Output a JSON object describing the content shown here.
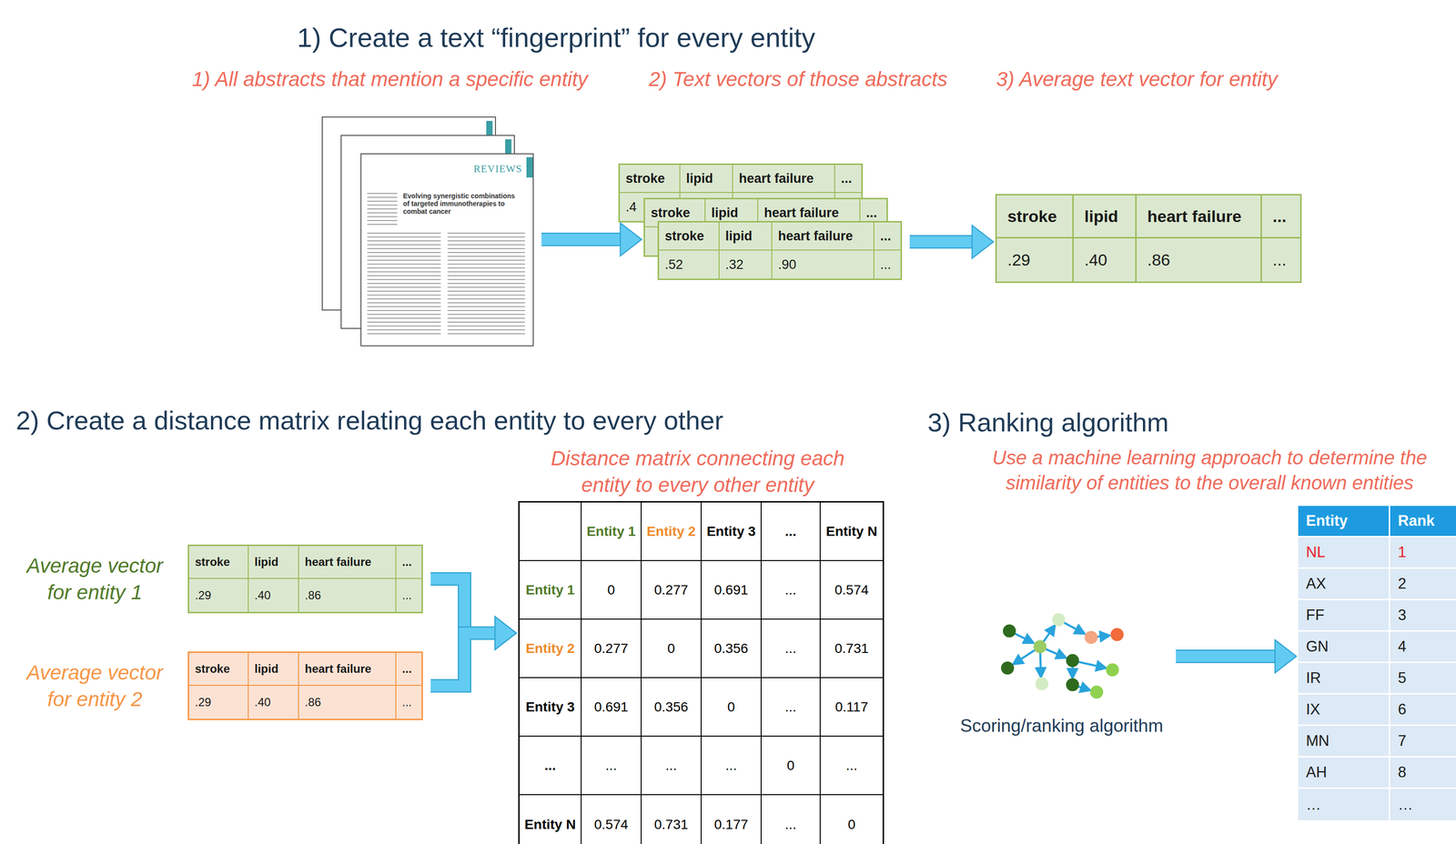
{
  "diagram": {
    "nodes": [
      {
        "text": [
          "REVIEWS",
          "Evolving synergistic combinations of targeted immunotherapies to combat cancer"
        ]
      },
      {
        "text": [
          "stroke",
          "lipid",
          "heart failure",
          "...",
          ".4"
        ]
      },
      {
        "text": [
          "stroke",
          "lipid",
          "heart failure",
          "..."
        ]
      },
      {
        "text": [
          "stroke",
          "lipid",
          "heart failure",
          "...",
          ".52",
          ".32",
          ".90",
          "..."
        ]
      },
      {
        "text": [
          "stroke",
          "lipid",
          "heart failure",
          "...",
          ".29",
          ".40",
          ".86",
          "..."
        ]
      },
      {
        "text": [
          "Average vector for entity 1",
          "stroke",
          "lipid",
          "heart failure",
          "...",
          ".29",
          ".40",
          ".86",
          "..."
        ]
      },
      {
        "text": [
          "Average vector for entity 2",
          "stroke",
          "lipid",
          "heart failure",
          "...",
          ".29",
          ".40",
          ".86",
          "..."
        ]
      },
      {
        "text": [
          "Distance matrix connecting each entity to every other entity",
          "Entity 1",
          "Entity 2",
          "Entity 3",
          "...",
          "Entity N",
          "Entity 1",
          "0",
          "0.277",
          "0.691",
          "...",
          "0.574",
          "Entity 2",
          "0.277",
          "0",
          "0.356",
          "...",
          "0.731",
          "Entity 3",
          "0.691",
          "0.356",
          "0",
          "...",
          "0.117",
          "...",
          "...",
          "...",
          "...",
          "0",
          "...",
          "Entity N",
          "0.574",
          "0.731",
          "0.177",
          "...",
          "0"
        ]
      },
      {
        "text": [
          "Scoring/ranking algorithm"
        ]
      },
      {
        "text": [
          "Entity",
          "Rank",
          "NL",
          "1",
          "AX",
          "2",
          "FF",
          "3",
          "GN",
          "4",
          "IR",
          "5",
          "IX",
          "6",
          "MN",
          "7",
          "AH",
          "8",
          "…",
          "…"
        ]
      }
    ],
    "edges": [
      {
        "from": 0,
        "to": 2,
        "arrow": "to"
      },
      {
        "from": 3,
        "to": 4,
        "arrow": "to"
      },
      {
        "from": 5,
        "to": 7,
        "arrow": "to"
      },
      {
        "from": 6,
        "to": 7,
        "arrow": "to"
      },
      {
        "from": 8,
        "to": 9,
        "arrow": "to"
      }
    ],
    "labels": [
      "1) Create a text “fingerprint” for every entity",
      "1) All abstracts that mention a specific entity",
      "2) Text vectors of those abstracts",
      "3) Average text vector for entity",
      "2) Create a distance matrix relating each entity to every other",
      "3) Ranking algorithm",
      "Use a machine learning approach to determine the similarity of entities to the overall known entities"
    ]
  }
}
